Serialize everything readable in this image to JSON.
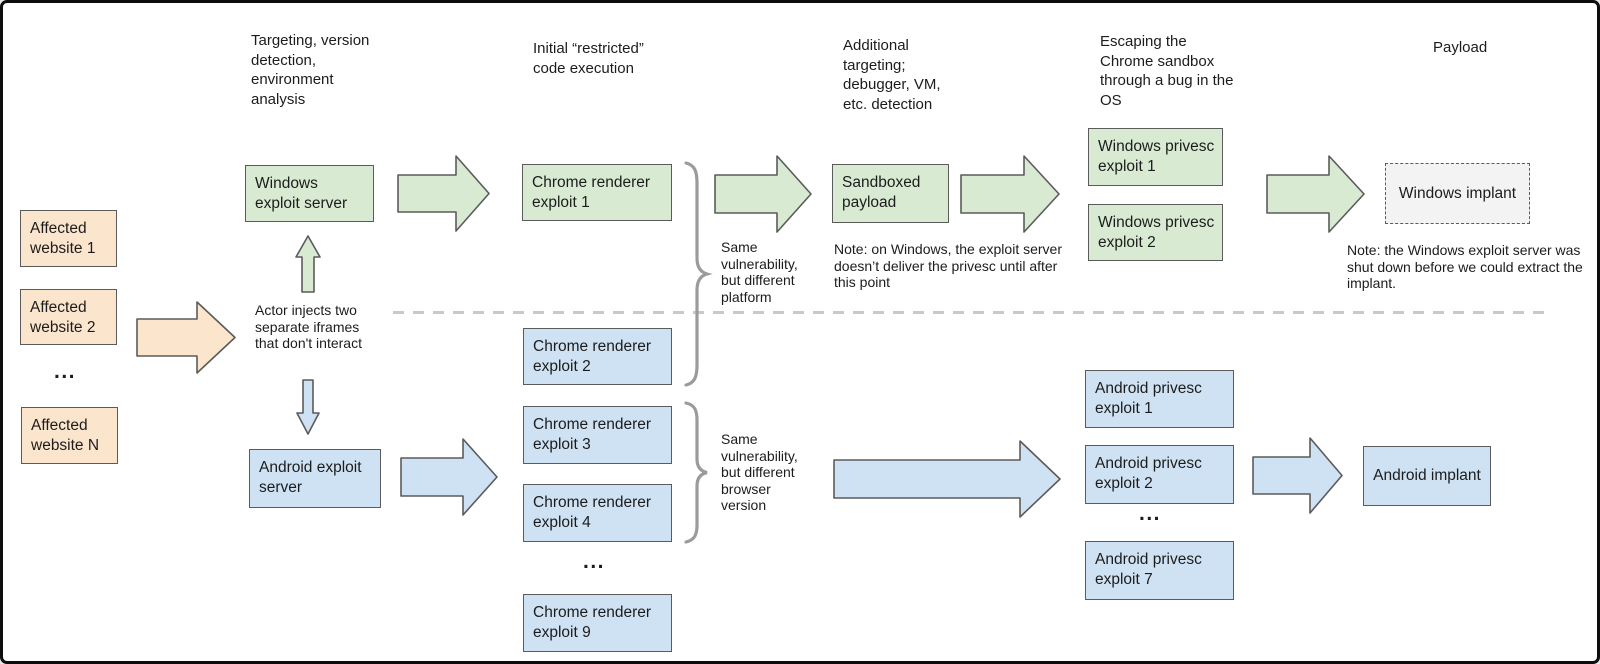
{
  "colors": {
    "background": "#ffffff",
    "frame": "#0d0d0d",
    "text": "#1c1c1c",
    "orange_fill": "#fce5cd",
    "green_fill": "#d9ead3",
    "blue_fill": "#cfe2f3",
    "grey_fill": "#f3f3f3",
    "box_border": "#5b5b5b",
    "brace": "#9b9b9b",
    "divider": "#c9c9c9"
  },
  "stage_headers": {
    "targeting": "Targeting, version\ndetection,\nenvironment\nanalysis",
    "initial_execution": "Initial “restricted”\ncode execution",
    "additional_targeting": "Additional\ntargeting;\ndebugger, VM,\netc. detection",
    "sandbox_escape": "Escaping the\nChrome sandbox\nthrough a bug in the\nOS",
    "payload": "Payload"
  },
  "websites": {
    "item1": "Affected\nwebsite 1",
    "item2": "Affected\nwebsite 2",
    "itemN": "Affected\nwebsite N",
    "ellipsis": "..."
  },
  "servers": {
    "windows": "Windows\nexploit server",
    "android": "Android exploit\nserver"
  },
  "renderer_exploits": {
    "e1": "Chrome renderer\nexploit 1",
    "e2": "Chrome renderer\nexploit 2",
    "e3": "Chrome renderer\nexploit 3",
    "e4": "Chrome renderer\nexploit 4",
    "e9": "Chrome renderer\nexploit 9",
    "ellipsis": "..."
  },
  "sandboxed_payload": "Sandboxed\npayload",
  "windows_privesc": {
    "p1": "Windows privesc\nexploit 1",
    "p2": "Windows privesc\nexploit 2"
  },
  "android_privesc": {
    "p1": "Android privesc\nexploit 1",
    "p2": "Android privesc\nexploit 2",
    "p7": "Android privesc\nexploit 7",
    "ellipsis": "..."
  },
  "implants": {
    "windows": "Windows implant",
    "android": "Android implant"
  },
  "annotations": {
    "actor": "Actor injects two\nseparate iframes\nthat don't interact",
    "same_platform": "Same\nvulnerability,\nbut different\nplatform",
    "same_browser": "Same\nvulnerability,\nbut different\nbrowser\nversion",
    "windows_note": "Note: on Windows, the exploit server\ndoesn’t deliver the privesc until after\nthis point",
    "implant_note": "Note: the Windows exploit server was\nshut down before we could extract the\nimplant."
  }
}
